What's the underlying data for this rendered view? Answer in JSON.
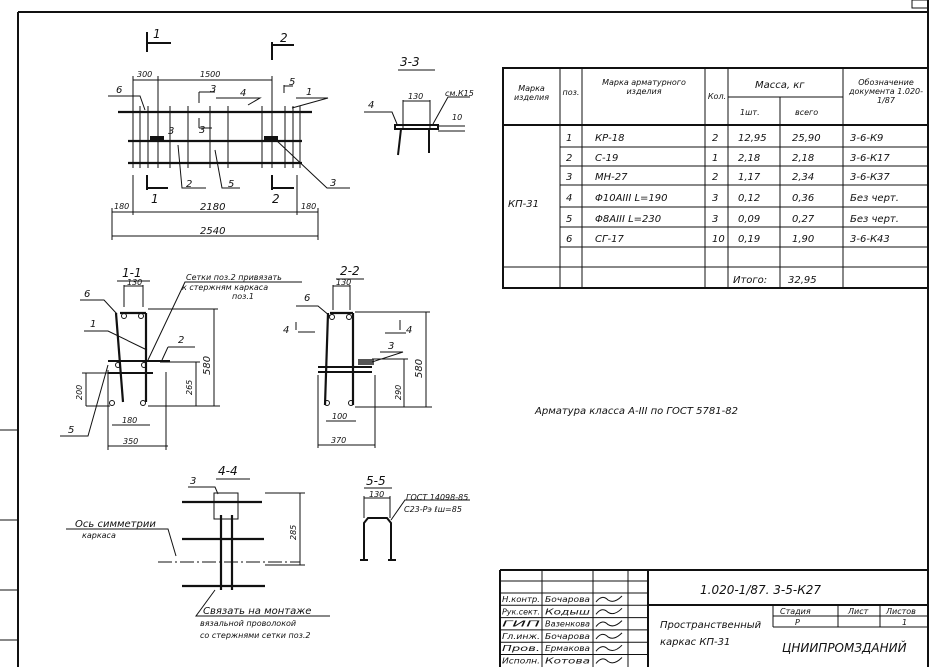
{
  "drawing": {
    "plan": {
      "section_marks": [
        "1",
        "2",
        "1",
        "2"
      ],
      "section_mark_3": "3",
      "section_mark_5": "5",
      "dims": {
        "d300": "300",
        "d1500": "1500",
        "d180a": "180",
        "d2180": "2180",
        "d180b": "180",
        "d2540": "2540"
      },
      "callouts": [
        "6",
        "3",
        "4",
        "1",
        "2",
        "5",
        "3"
      ]
    },
    "sec33": {
      "title": "3-3",
      "dim": "130",
      "ref": "см.К15",
      "callout": "4",
      "gap": "10"
    },
    "sec11": {
      "title": "1-1",
      "dim_top": "130",
      "dim_h": "580",
      "dim_265": "265",
      "dim_200": "200",
      "dim_180": "180",
      "dim_350": "350",
      "callouts": [
        "6",
        "1",
        "2",
        "5"
      ],
      "note1": "Сетки поз.2 привязать",
      "note2": "к стержням каркаса",
      "note3": "поз.1"
    },
    "sec22": {
      "title": "2-2",
      "dim_top": "130",
      "dim_h": "580",
      "dim_290": "290",
      "dim_100": "100",
      "dim_370": "370",
      "callouts": [
        "6",
        "3"
      ],
      "mark": "4",
      "mark2": "4"
    },
    "sec44": {
      "title": "4-4",
      "callout": "3",
      "dim": "285",
      "axis1": "Ось симметрии",
      "axis2": "каркаса",
      "note1": "Связать на монтаже",
      "note2": "вязальной проволокой",
      "note3": "со стержнями сетки поз.2"
    },
    "sec55": {
      "title": "5-5",
      "dim": "130",
      "ref1": "ГОСТ 14098-85",
      "ref2": "С23-Рэ ℓш=85"
    },
    "note_steel": "Арматура класса A-III по ГОСТ 5781-82"
  },
  "spec_table": {
    "headers": {
      "mark": "Марка изделия",
      "pos": "поз.",
      "item": "Марка арматурного изделия",
      "qty": "Кол.",
      "mass": "Масса, кг",
      "unit": "1шт.",
      "total": "всего",
      "doc": "Обозначение документа 1.020-1/87"
    },
    "product_mark": "КП-31",
    "rows": [
      {
        "pos": "1",
        "item": "КР-18",
        "qty": "2",
        "unit": "12,95",
        "total": "25,90",
        "doc": "3-6-К9"
      },
      {
        "pos": "2",
        "item": "С-19",
        "qty": "1",
        "unit": "2,18",
        "total": "2,18",
        "doc": "3-6-К17"
      },
      {
        "pos": "3",
        "item": "МН-27",
        "qty": "2",
        "unit": "1,17",
        "total": "2,34",
        "doc": "3-6-К37"
      },
      {
        "pos": "4",
        "item": "Φ10AIII L=190",
        "qty": "3",
        "unit": "0,12",
        "total": "0,36",
        "doc": "Без черт."
      },
      {
        "pos": "5",
        "item": "Φ8AIII L=230",
        "qty": "3",
        "unit": "0,09",
        "total": "0,27",
        "doc": "Без черт."
      },
      {
        "pos": "6",
        "item": "СГ-17",
        "qty": "10",
        "unit": "0,19",
        "total": "1,90",
        "doc": "3-6-К43"
      }
    ],
    "total_label": "Итого:",
    "total_value": "32,95"
  },
  "title_block": {
    "code": "1.020-1/87. 3-5-К27",
    "title1": "Пространственный",
    "title2": "каркас КП-31",
    "stage_label": "Стадия",
    "sheet_label": "Лист",
    "sheets_label": "Листов",
    "stage": "Р",
    "sheets": "1",
    "org": "ЦНИИПРОМЗДАНИЙ",
    "roles": [
      {
        "role": "Н.контр.",
        "name": "Бочарова"
      },
      {
        "role": "Рук.сект.",
        "name": "Кодыш"
      },
      {
        "role": "ГИП",
        "name": "Вазенкова"
      },
      {
        "role": "Гл.инж.",
        "name": "Бочарова"
      },
      {
        "role": "Пров.",
        "name": "Ермакова"
      },
      {
        "role": "Исполн.",
        "name": "Котова"
      }
    ]
  }
}
